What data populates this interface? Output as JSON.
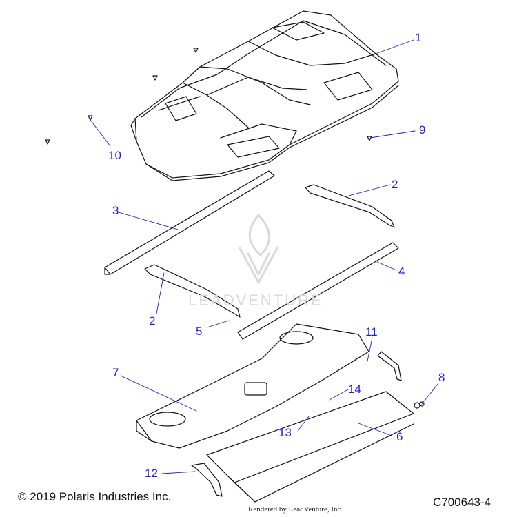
{
  "diagram": {
    "callouts": [
      "1",
      "2",
      "2",
      "3",
      "4",
      "5",
      "6",
      "7",
      "8",
      "9",
      "10",
      "11",
      "12",
      "13",
      "14"
    ],
    "copyright": "© 2019 Polaris Industries Inc.",
    "part_code": "C700643-4",
    "rendered_by": "Rendered by LeadVenture, Inc.",
    "watermark": "LEADVENTURE"
  },
  "colors": {
    "callout": "#1a1aff",
    "outline": "#111111",
    "watermark": "#d9d9d9"
  }
}
